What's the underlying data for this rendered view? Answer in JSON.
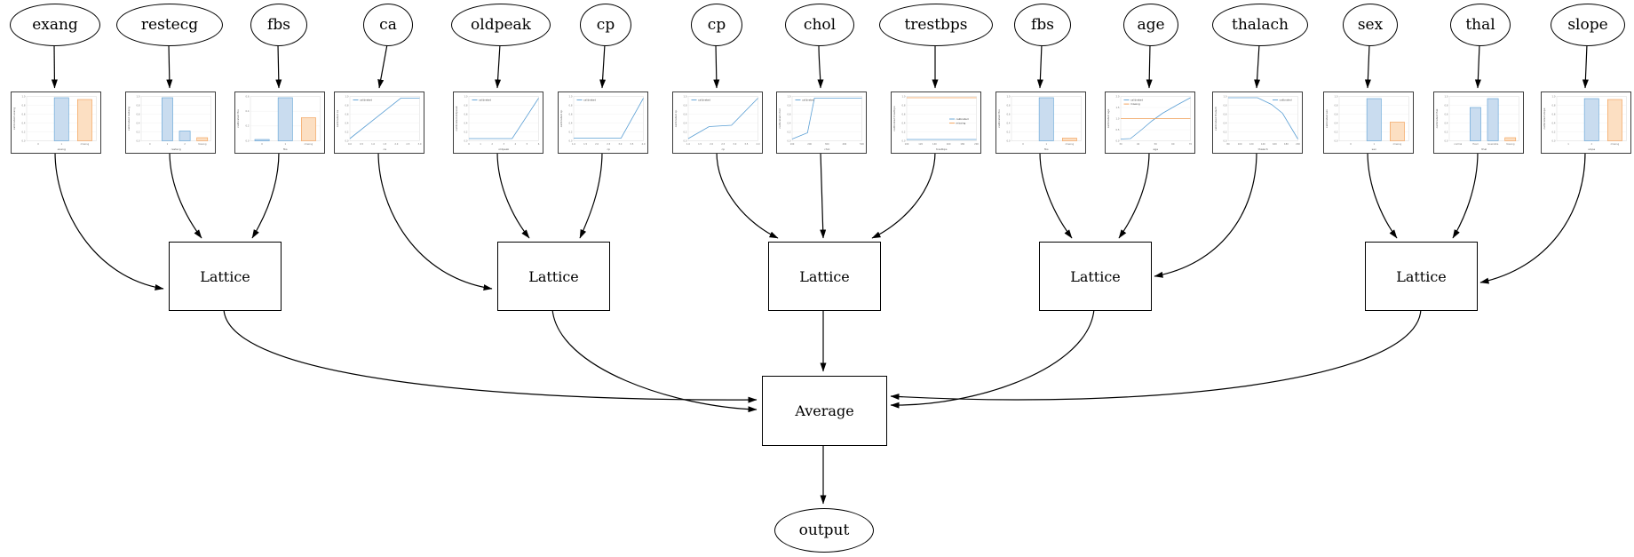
{
  "nodes": {
    "features": [
      {
        "label": "exang"
      },
      {
        "label": "restecg"
      },
      {
        "label": "fbs"
      },
      {
        "label": "ca"
      },
      {
        "label": "oldpeak"
      },
      {
        "label": "cp"
      },
      {
        "label": "cp"
      },
      {
        "label": "chol"
      },
      {
        "label": "trestbps"
      },
      {
        "label": "fbs"
      },
      {
        "label": "age"
      },
      {
        "label": "thalach"
      },
      {
        "label": "sex"
      },
      {
        "label": "thal"
      },
      {
        "label": "slope"
      }
    ],
    "lattices": [
      {
        "label": "Lattice"
      },
      {
        "label": "Lattice"
      },
      {
        "label": "Lattice"
      },
      {
        "label": "Lattice"
      },
      {
        "label": "Lattice"
      }
    ],
    "average": {
      "label": "Average"
    },
    "output": {
      "label": "output"
    }
  },
  "colors": {
    "calibrated_stroke": "#5b9fd4",
    "calibrated_fill": "#c9dcef",
    "missing_stroke": "#f29c50",
    "missing_fill": "#fcdfc2",
    "edge": "#000000",
    "grid": "#ebebeb",
    "axis_text": "#777777",
    "label_text": "#555555"
  },
  "chart_data": [
    {
      "feature": "exang",
      "type": "bar",
      "ylabel": "calibrated exang",
      "xlabel": "exang",
      "xticks": [
        "0",
        "1",
        "missing"
      ],
      "yticks": [
        "0.0",
        "0.2",
        "0.4",
        "0.6",
        "0.8",
        "1.0"
      ],
      "bars": [
        {
          "x": "1",
          "series": "calibrated",
          "value": 0.97
        },
        {
          "x": "missing",
          "series": "missing",
          "value": 0.93
        }
      ],
      "legend": [],
      "legend_pos": ""
    },
    {
      "feature": "restecg",
      "type": "bar",
      "ylabel": "calibrated restecg",
      "xlabel": "restecg",
      "xticks": [
        "0",
        "1",
        "2",
        "missing"
      ],
      "yticks": [
        "0.0",
        "0.2",
        "0.4",
        "0.6",
        "0.8",
        "1.0"
      ],
      "bars": [
        {
          "x": "1",
          "series": "calibrated",
          "value": 0.97
        },
        {
          "x": "2",
          "series": "calibrated",
          "value": 0.22
        },
        {
          "x": "missing",
          "series": "missing",
          "value": 0.07
        }
      ],
      "legend": [],
      "legend_pos": ""
    },
    {
      "feature": "fbs",
      "type": "bar",
      "ylabel": "calibrated fbs",
      "xlabel": "fbs",
      "xticks": [
        "0",
        "1",
        "missing"
      ],
      "yticks": [
        "0.0",
        "0.2",
        "0.4",
        "0.6"
      ],
      "bars": [
        {
          "x": "0",
          "series": "calibrated",
          "value": 0.03
        },
        {
          "x": "1",
          "series": "calibrated",
          "value": 0.97
        },
        {
          "x": "missing",
          "series": "missing",
          "value": 0.52
        }
      ],
      "legend": [],
      "legend_pos": ""
    },
    {
      "feature": "ca",
      "type": "line",
      "ylabel": "calibrated ca",
      "xlabel": "ca",
      "xticks": [
        "0.0",
        "0.5",
        "1.0",
        "1.5",
        "2.0",
        "2.5",
        "3.0"
      ],
      "yticks": [
        "0.0",
        "0.2",
        "0.4",
        "0.6",
        "0.8",
        "1.0"
      ],
      "series": [
        {
          "name": "calibrated",
          "points": [
            [
              0,
              0.05
            ],
            [
              0.73,
              0.96
            ],
            [
              1,
              0.96
            ]
          ]
        }
      ],
      "legend": [
        "calibrated"
      ],
      "legend_pos": "tl"
    },
    {
      "feature": "oldpeak",
      "type": "line",
      "ylabel": "calibrated oldpeak",
      "xlabel": "oldpeak",
      "xticks": [
        "0",
        "1",
        "2",
        "3",
        "4",
        "5",
        "6"
      ],
      "yticks": [
        "0.0",
        "0.2",
        "0.4",
        "0.6",
        "0.8",
        "1.0"
      ],
      "series": [
        {
          "name": "calibrated",
          "points": [
            [
              0,
              0.05
            ],
            [
              0.62,
              0.05
            ],
            [
              1,
              0.96
            ]
          ]
        }
      ],
      "legend": [
        "calibrated"
      ],
      "legend_pos": "tl"
    },
    {
      "feature": "cp",
      "type": "line",
      "ylabel": "calibrated cp",
      "xlabel": "cp",
      "xticks": [
        "1.0",
        "1.5",
        "2.0",
        "2.5",
        "3.0",
        "3.5",
        "4.0"
      ],
      "yticks": [
        "0.0",
        "0.2",
        "0.4",
        "0.6",
        "0.8",
        "1.0"
      ],
      "series": [
        {
          "name": "calibrated",
          "points": [
            [
              0,
              0.06
            ],
            [
              0.68,
              0.06
            ],
            [
              1,
              0.96
            ]
          ]
        }
      ],
      "legend": [
        "calibrated"
      ],
      "legend_pos": "tl"
    },
    {
      "feature": "cp",
      "type": "line",
      "ylabel": "calibrated cp",
      "xlabel": "cp",
      "xticks": [
        "1.0",
        "1.5",
        "2.0",
        "2.5",
        "3.0",
        "3.5",
        "4.0"
      ],
      "yticks": [
        "0.0",
        "0.2",
        "0.4",
        "0.6",
        "0.8",
        "1.0"
      ],
      "series": [
        {
          "name": "calibrated",
          "points": [
            [
              0,
              0.05
            ],
            [
              0.3,
              0.32
            ],
            [
              0.62,
              0.35
            ],
            [
              1,
              0.96
            ]
          ]
        }
      ],
      "legend": [
        "calibrated"
      ],
      "legend_pos": "tl"
    },
    {
      "feature": "chol",
      "type": "line",
      "ylabel": "calibrated chol",
      "xlabel": "chol",
      "xticks": [
        "100",
        "200",
        "300",
        "400",
        "500"
      ],
      "yticks": [
        "0.0",
        "0.2",
        "0.4",
        "0.6",
        "0.8",
        "1.0"
      ],
      "series": [
        {
          "name": "calibrated",
          "points": [
            [
              0,
              0.04
            ],
            [
              0.22,
              0.18
            ],
            [
              0.32,
              0.96
            ],
            [
              1,
              0.96
            ]
          ]
        }
      ],
      "legend": [
        "calibrated"
      ],
      "legend_pos": "tl"
    },
    {
      "feature": "trestbps",
      "type": "line",
      "ylabel": "calibrated trestbps",
      "xlabel": "trestbps",
      "xticks": [
        "100",
        "120",
        "140",
        "160",
        "180",
        "200"
      ],
      "yticks": [
        "0.0",
        "0.2",
        "0.4",
        "0.6",
        "0.8",
        "1.0"
      ],
      "series": [
        {
          "name": "missing",
          "points": [
            [
              0,
              0.97
            ],
            [
              1,
              0.97
            ]
          ]
        },
        {
          "name": "calibrated",
          "points": [
            [
              0,
              0.03
            ],
            [
              1,
              0.03
            ]
          ]
        }
      ],
      "legend": [
        "calibrated",
        "missing"
      ],
      "legend_pos": "mr"
    },
    {
      "feature": "fbs",
      "type": "bar",
      "ylabel": "calibrated fbs",
      "xlabel": "fbs",
      "xticks": [
        "0",
        "1",
        "missing"
      ],
      "yticks": [
        "0.0",
        "0.2",
        "0.4",
        "0.6",
        "0.8",
        "1.0"
      ],
      "bars": [
        {
          "x": "1",
          "series": "calibrated",
          "value": 0.97
        },
        {
          "x": "missing",
          "series": "missing",
          "value": 0.06
        }
      ],
      "legend": [],
      "legend_pos": ""
    },
    {
      "feature": "age",
      "type": "line",
      "ylabel": "calibrated age",
      "xlabel": "age",
      "xticks": [
        "30",
        "40",
        "50",
        "60",
        "70"
      ],
      "yticks": [
        "0.0",
        "0.5",
        "1.0",
        "1.5",
        "2.0"
      ],
      "series": [
        {
          "name": "calibrated",
          "points": [
            [
              0,
              0.04
            ],
            [
              0.14,
              0.05
            ],
            [
              0.3,
              0.25
            ],
            [
              0.45,
              0.45
            ],
            [
              0.6,
              0.62
            ],
            [
              0.8,
              0.8
            ],
            [
              1,
              0.97
            ]
          ]
        },
        {
          "name": "missing",
          "points": [
            [
              0,
              0.5
            ],
            [
              1,
              0.5
            ]
          ]
        }
      ],
      "legend": [
        "calibrated",
        "missing"
      ],
      "legend_pos": "tl"
    },
    {
      "feature": "thalach",
      "type": "line",
      "ylabel": "calibrated thalach",
      "xlabel": "thalach",
      "xticks": [
        "80",
        "100",
        "120",
        "140",
        "160",
        "180",
        "200"
      ],
      "yticks": [
        "0.0",
        "0.2",
        "0.4",
        "0.6",
        "0.8",
        "1.0"
      ],
      "series": [
        {
          "name": "calibrated",
          "points": [
            [
              0,
              0.97
            ],
            [
              0.42,
              0.97
            ],
            [
              0.62,
              0.82
            ],
            [
              0.78,
              0.62
            ],
            [
              1,
              0.04
            ]
          ]
        }
      ],
      "legend": [
        "calibrated"
      ],
      "legend_pos": "tr"
    },
    {
      "feature": "sex",
      "type": "bar",
      "ylabel": "calibrated sex",
      "xlabel": "sex",
      "xticks": [
        "0",
        "1",
        "missing"
      ],
      "yticks": [
        "0.0",
        "0.2",
        "0.4",
        "0.6",
        "0.8",
        "1.0"
      ],
      "bars": [
        {
          "x": "1",
          "series": "calibrated",
          "value": 0.95
        },
        {
          "x": "missing",
          "series": "missing",
          "value": 0.42
        }
      ],
      "legend": [],
      "legend_pos": ""
    },
    {
      "feature": "thal",
      "type": "bar",
      "ylabel": "calibrated thal",
      "xlabel": "thal",
      "xticks": [
        "normal",
        "fixed",
        "reversible",
        "missing"
      ],
      "yticks": [
        "0.0",
        "0.2",
        "0.4",
        "0.6",
        "0.8",
        "1.0"
      ],
      "bars": [
        {
          "x": "fixed",
          "series": "calibrated",
          "value": 0.75
        },
        {
          "x": "reversible",
          "series": "calibrated",
          "value": 0.95
        },
        {
          "x": "missing",
          "series": "missing",
          "value": 0.07
        }
      ],
      "legend": [],
      "legend_pos": ""
    },
    {
      "feature": "slope",
      "type": "bar",
      "ylabel": "calibrated slope",
      "xlabel": "slope",
      "xticks": [
        "1",
        "2",
        "missing"
      ],
      "yticks": [
        "0.0",
        "0.2",
        "0.4",
        "0.6",
        "0.8",
        "1.0"
      ],
      "bars": [
        {
          "x": "2",
          "series": "calibrated",
          "value": 0.95
        },
        {
          "x": "missing",
          "series": "missing",
          "value": 0.93
        }
      ],
      "legend": [],
      "legend_pos": ""
    }
  ]
}
